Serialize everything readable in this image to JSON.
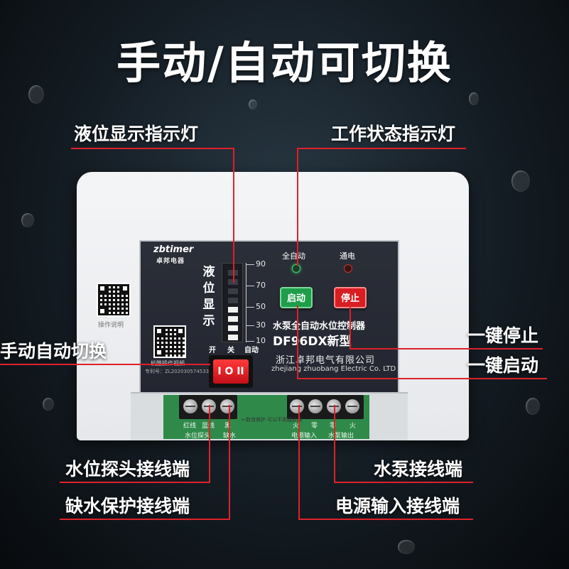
{
  "headline": "手动/自动可切换",
  "callouts": {
    "level_display": "液位显示指示灯",
    "status_indicator": "工作状态指示灯",
    "manual_auto_switch": "手动自动切换",
    "stop_button": "一键停止",
    "start_button": "一键启动",
    "probe_terminal": "水位探头接线端",
    "pump_terminal": "水泵接线端",
    "dry_run_terminal": "缺水保护接线端",
    "power_terminal": "电源输入接线端"
  },
  "panel": {
    "brand": "zbtimer",
    "brand_cn": "卓邦电器",
    "qr_caption_1": "操作说明",
    "qr_caption_2": "杭酷操作视频",
    "patent": "专利号：ZL202030574533.7",
    "level_title": [
      "液",
      "位",
      "显",
      "示"
    ],
    "scale": [
      "90",
      "70",
      "50",
      "30",
      "10"
    ],
    "switch_labels": [
      "开",
      "关",
      "自动"
    ],
    "led_auto": "全自动",
    "led_power": "通电",
    "start_label": "启动",
    "stop_label": "停止",
    "product_name": "水泵全自动水位控制器",
    "model": "DF96DX新型",
    "maker": "浙江卓邦电气有限公司",
    "maker_en": "zhejiang zhuobang Electric Co. LTD",
    "rocker": "I O II",
    "level_fill": 0.5
  },
  "terminals": {
    "note": "←取消保护 可以不用接此线",
    "pcb_labels": [
      "红线",
      "蓝线",
      "黑",
      "火",
      "零",
      "零",
      "火"
    ],
    "pcb_sub": [
      "水位探头",
      "缺水",
      "电源输入",
      "水泵输出"
    ]
  },
  "colors": {
    "accent_line": "#e0202a",
    "start_green": "#1f9e4a",
    "stop_red": "#d81e22"
  }
}
